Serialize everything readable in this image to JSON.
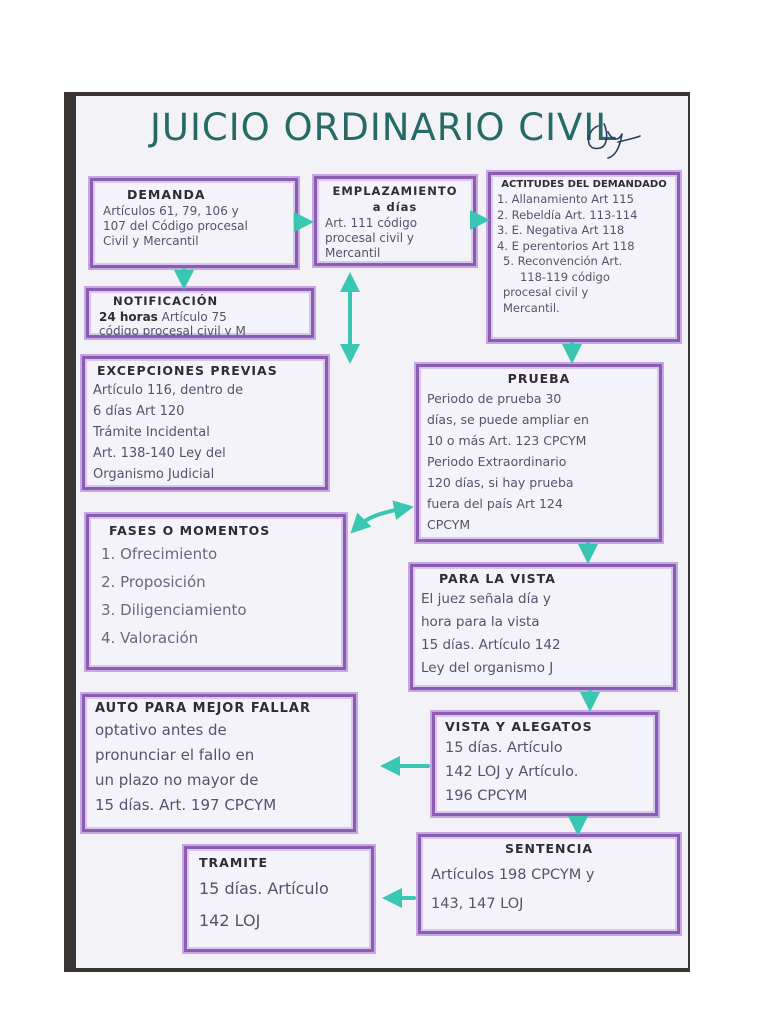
{
  "title": "JUICIO ORDINARIO CIVIL",
  "colors": {
    "title": "#256a67",
    "box_border": "#8a5db2",
    "arrow": "#39c7b1",
    "text": "#55526c"
  },
  "boxes": {
    "demanda": {
      "heading": "DEMANDA",
      "lines": [
        "Artículos 61, 79, 106 y",
        "107 del Código procesal",
        "Civil y Mercantil"
      ]
    },
    "emplazamiento": {
      "heading": "EMPLAZAMIENTO",
      "heading2": "a días",
      "lines": [
        "Art. 111 código",
        "procesal civil y",
        "Mercantil"
      ]
    },
    "actitudes": {
      "heading": "ACTITUDES DEL DEMANDADO",
      "items": [
        "1. Allanamiento Art 115",
        "2. Rebeldía Art. 113-114",
        "3. E. Negativa Art 118",
        "4. E perentorios Art 118",
        "5. Reconvención Art.",
        "   118-119 código",
        "procesal civil y",
        "Mercantil."
      ]
    },
    "notificacion": {
      "heading": "NOTIFICACIÓN",
      "line1_bold": "24 horas",
      "line1_rest": " Artículo 75",
      "line2": "código procesal civil y M"
    },
    "excepciones": {
      "heading": "EXCEPCIONES PREVIAS",
      "lines": [
        "Artículo 116, dentro de",
        "6 días  Art 120",
        "Trámite Incidental",
        "Art. 138-140 Ley del",
        "Organismo Judicial"
      ]
    },
    "prueba": {
      "heading": "PRUEBA",
      "lines": [
        "Periodo de prueba 30",
        "días, se puede ampliar en",
        "10 o más  Art. 123 CPCYM",
        "Periodo Extraordinario",
        "120 días, si hay prueba",
        "fuera del país  Art 124",
        "CPCYM"
      ]
    },
    "fases": {
      "heading": "FASES O MOMENTOS",
      "items": [
        "1. Ofrecimiento",
        "2. Proposición",
        "3. Diligenciamiento",
        "4. Valoración"
      ]
    },
    "para_la_vista": {
      "heading": "PARA LA VISTA",
      "lines": [
        "El juez señala día y",
        "hora para la vista",
        "15 días. Artículo 142",
        "Ley del organismo J"
      ]
    },
    "auto": {
      "heading": "AUTO PARA MEJOR FALLAR",
      "lines": [
        "optativo antes de",
        "pronunciar el fallo en",
        "un plazo no mayor de",
        "15 días. Art. 197 CPCYM"
      ]
    },
    "vista_alegatos": {
      "heading": "VISTA Y ALEGATOS",
      "lines": [
        "15 días. Artículo",
        "142 LOJ y Artículo.",
        "196 CPCYM"
      ]
    },
    "tramite": {
      "heading": "TRAMITE",
      "lines": [
        "15 días. Artículo",
        "142 LOJ"
      ]
    },
    "sentencia": {
      "heading": "SENTENCIA",
      "lines": [
        "Artículos 198 CPCYM y",
        "143, 147 LOJ"
      ]
    }
  }
}
